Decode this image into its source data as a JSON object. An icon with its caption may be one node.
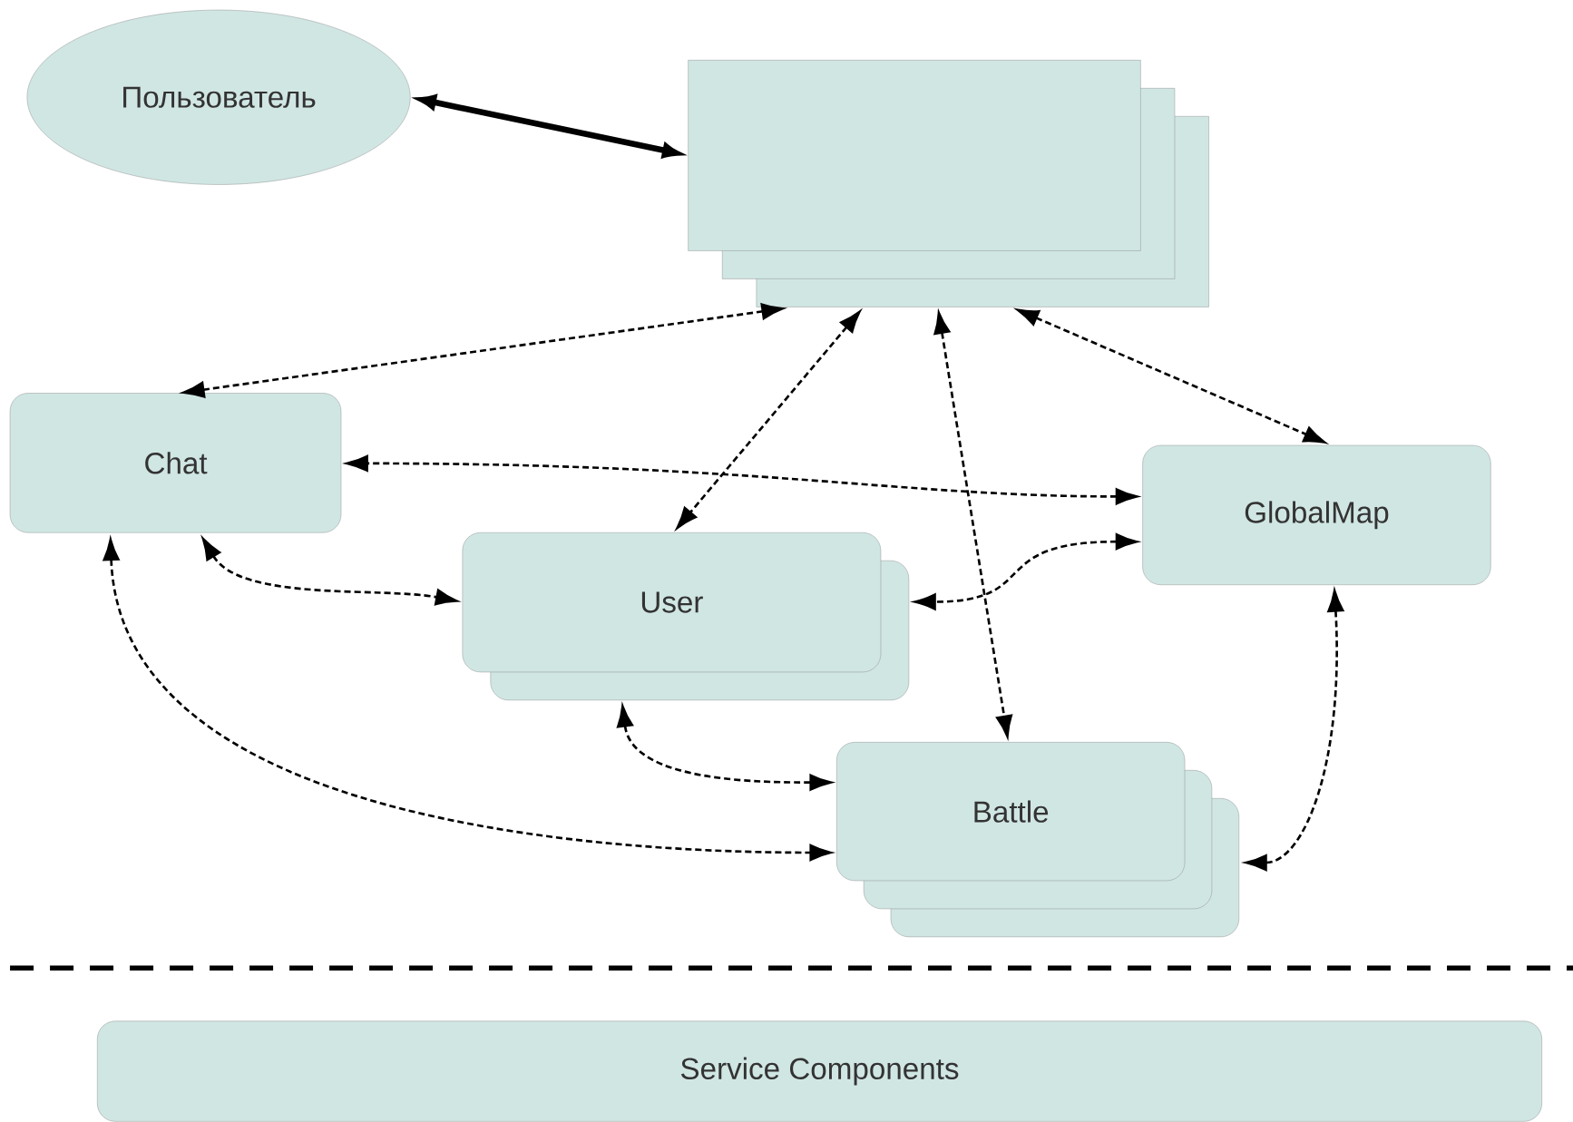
{
  "diagram": {
    "nodes": [
      {
        "text": [
          "Пользователь"
        ]
      },
      {
        "text": [],
        "shape": "box"
      },
      {
        "text": [
          "Chat"
        ]
      },
      {
        "text": [
          "GlobalMap"
        ]
      },
      {
        "text": [
          "User"
        ]
      },
      {
        "text": [
          "Battle"
        ]
      },
      {
        "text": [
          "Service Components"
        ]
      }
    ],
    "edges": [
      {
        "from": 0,
        "to": 1,
        "arrow": "both",
        "style": "thick"
      },
      {
        "from": 1,
        "to": 2,
        "arrow": "both",
        "style": "dashed"
      },
      {
        "from": 1,
        "to": 4,
        "arrow": "both",
        "style": "dashed"
      },
      {
        "from": 1,
        "to": 5,
        "arrow": "both",
        "style": "dashed"
      },
      {
        "from": 1,
        "to": 3,
        "arrow": "both",
        "style": "dashed"
      },
      {
        "from": 3,
        "to": 2,
        "arrow": "both",
        "style": "dashed"
      },
      {
        "from": 2,
        "to": 4,
        "arrow": "both",
        "style": "dashed"
      },
      {
        "from": 2,
        "to": 5,
        "arrow": "both",
        "style": "dashed"
      },
      {
        "from": 3,
        "to": 4,
        "arrow": "both",
        "style": "dashed"
      },
      {
        "from": 4,
        "to": 5,
        "arrow": "both",
        "style": "dashed"
      },
      {
        "from": 3,
        "to": 5,
        "arrow": "both",
        "style": "dashed"
      }
    ]
  }
}
